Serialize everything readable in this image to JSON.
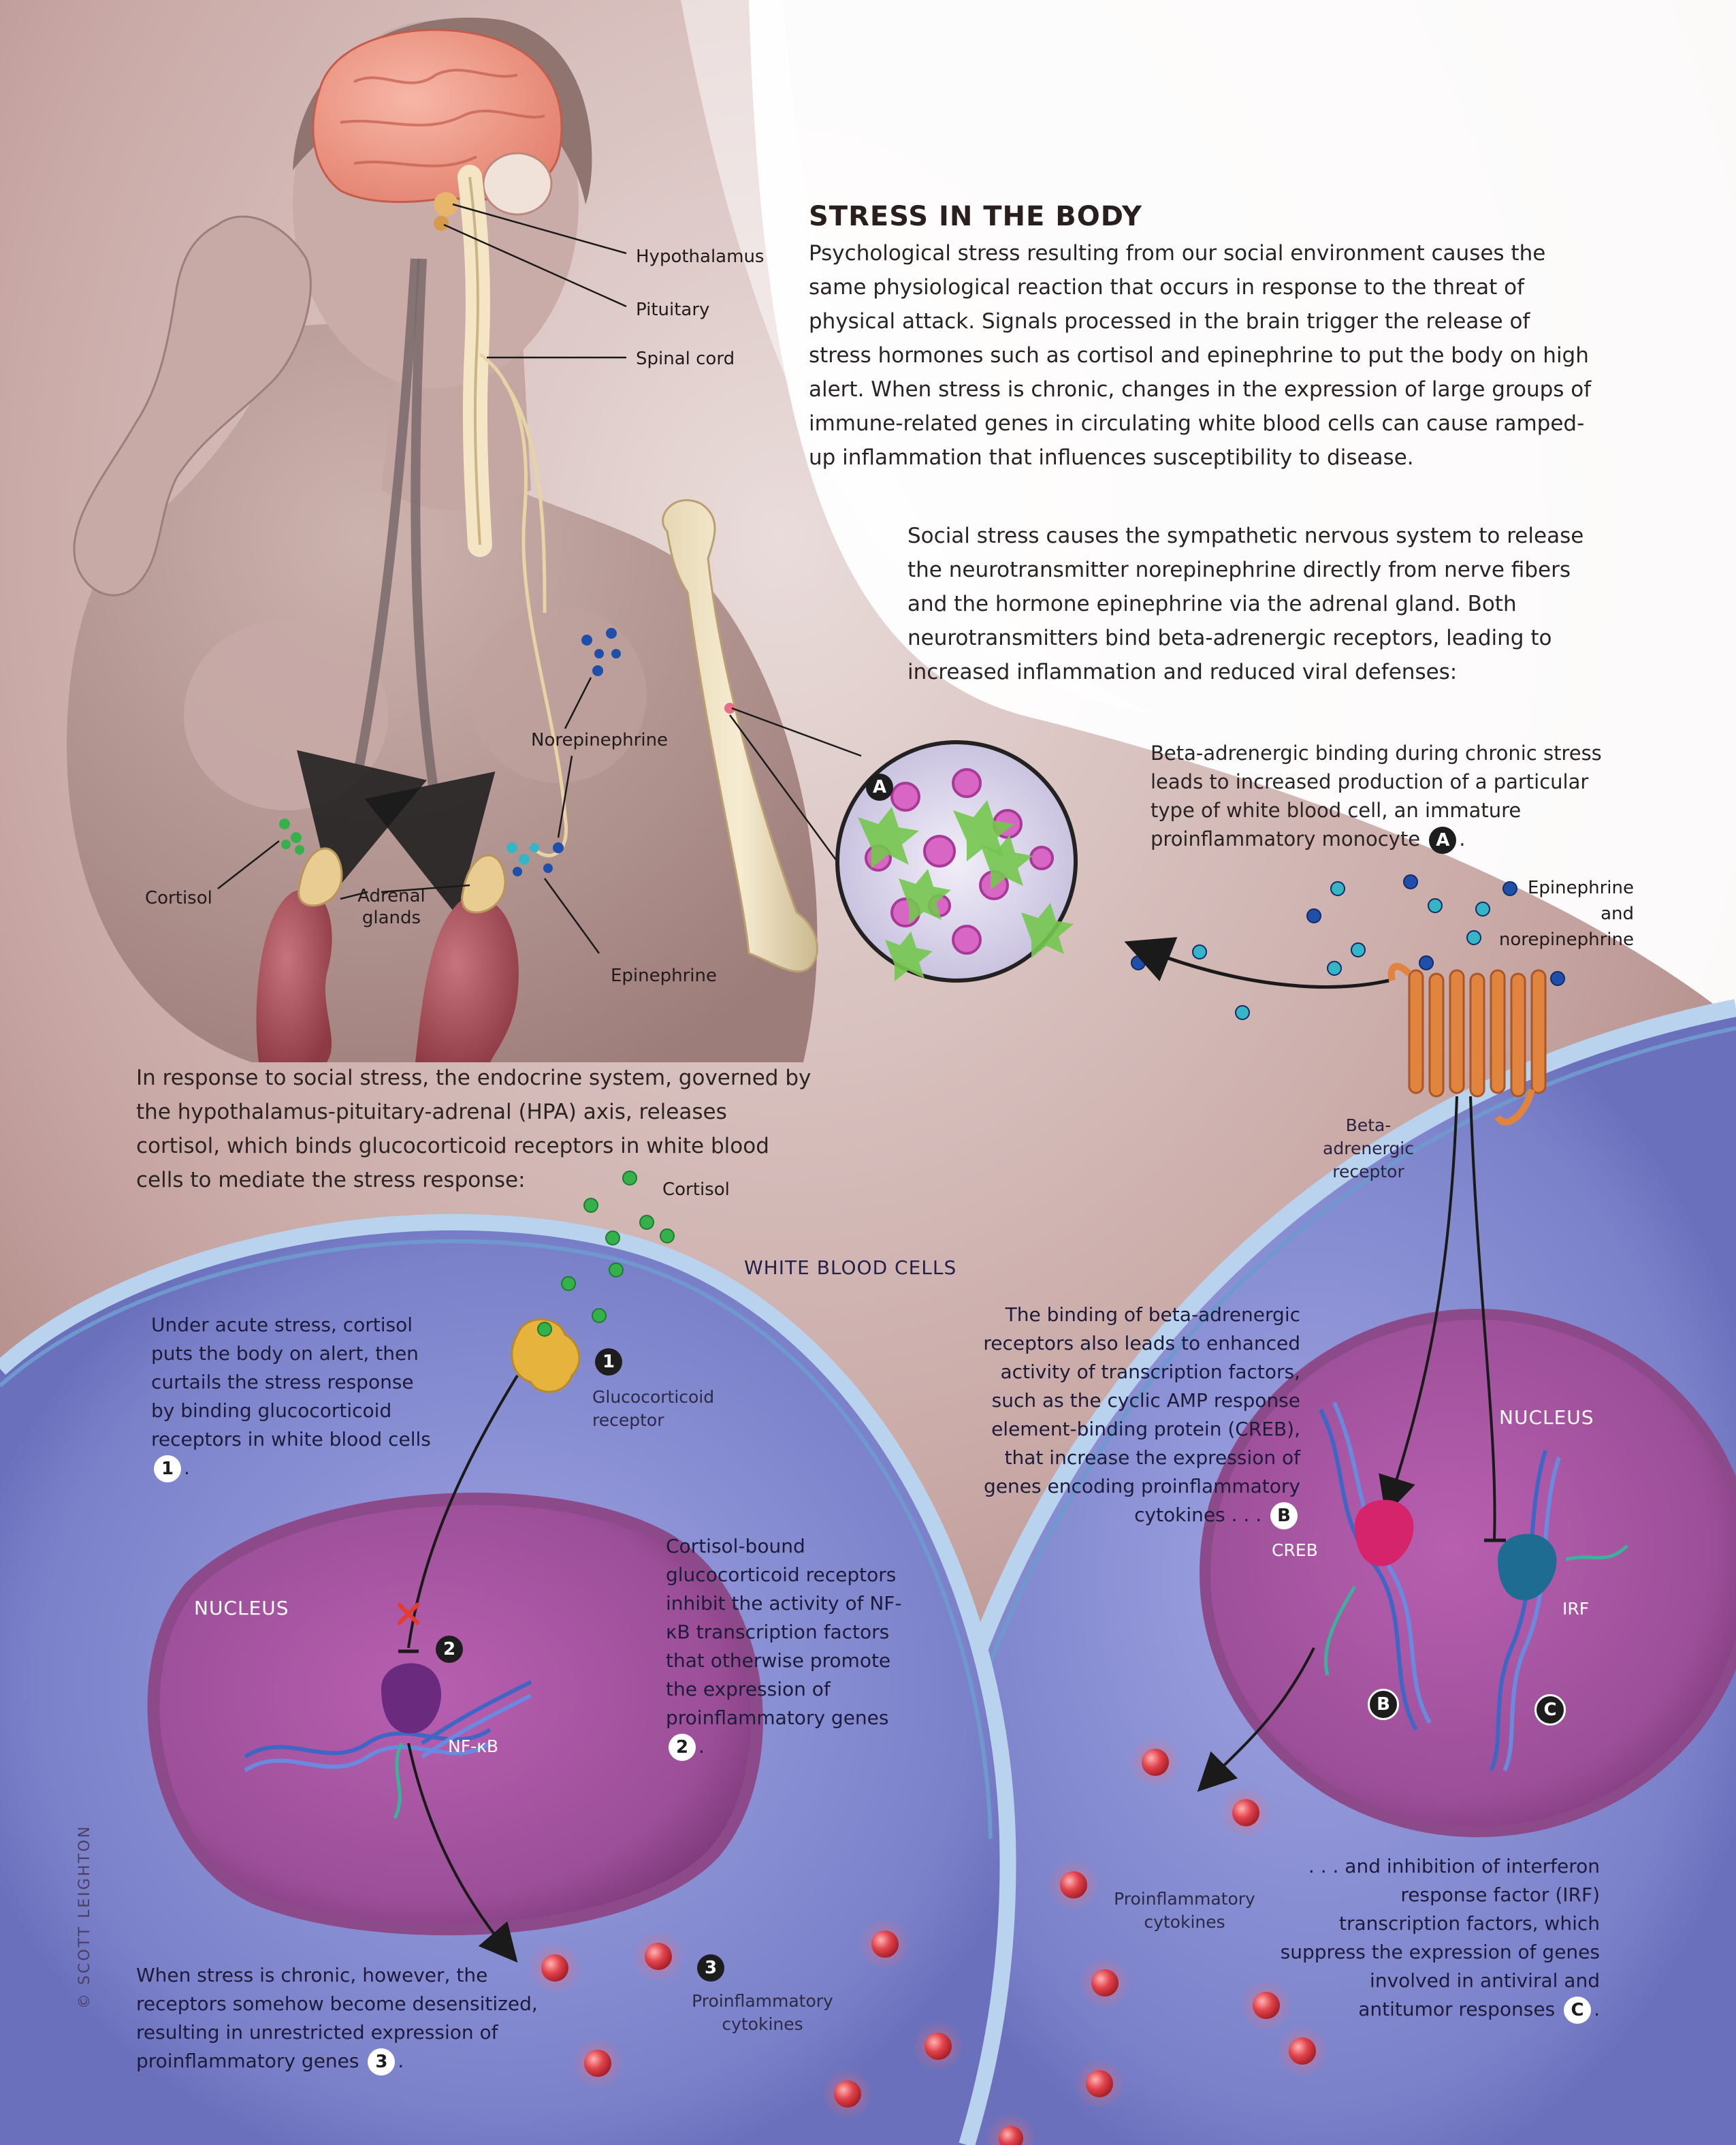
{
  "header": {
    "title": "STRESS IN THE BODY",
    "intro": "Psychological stress resulting from our social environment causes the same physiological reaction that occurs in response to the threat of physical attack. Signals processed in the brain trigger the release of stress hormones such as cortisol and epinephrine to put the body on high alert. When stress is chronic, changes in the expression of large groups of immune-related genes in circulating white blood cells can cause ramped-up inflammation that influences susceptibility to disease."
  },
  "anatomy_labels": {
    "hypothalamus": "Hypothalamus",
    "pituitary": "Pituitary",
    "spinal_cord": "Spinal cord",
    "norepinephrine": "Norepinephrine",
    "cortisol": "Cortisol",
    "adrenal_glands": "Adrenal glands",
    "epinephrine": "Epinephrine"
  },
  "sympathetic_text": "Social stress causes the sympathetic nervous system to release the neurotransmitter norepinephrine directly from nerve fibers and the hormone epinephrine via the adrenal gland. Both neurotransmitters bind beta-adrenergic receptors, leading to increased inflammation and reduced viral defenses:",
  "beta_binding_text": "Beta-adrenergic binding during chronic stress leads to increased production of a particular type of white blood cell, an immature proinflammatory monocyte",
  "badges": {
    "a": "A",
    "b": "B",
    "c": "C",
    "one": "1",
    "two": "2",
    "three": "3"
  },
  "epi_norepi_label": "Epinephrine and norepinephrine",
  "beta_receptor_label": "Beta-adrenergic receptor",
  "hpa_text": "In response to social stress, the endocrine system, governed by the hypothalamus-pituitary-adrenal (HPA) axis, releases cortisol, which binds glucocorticoid receptors in white blood cells to mediate the stress response:",
  "cortisol_label": "Cortisol",
  "white_blood_cells_label": "WHITE BLOOD CELLS",
  "left_cell": {
    "acute_text": "Under acute stress, cortisol puts the body on alert, then curtails the stress response by binding glucocorticoid receptors in white blood cells",
    "glucocorticoid_receptor_label": "Glucocorticoid receptor",
    "nucleus_label": "NUCLEUS",
    "nfkb_label": "NF-κB",
    "inhibit_text": "Cortisol-bound glucocorticoid receptors inhibit the activity of NF-κB transcription factors that otherwise promote the expression of proinflammatory genes",
    "chronic_text": "When stress is chronic, however, the receptors somehow become desensitized, resulting in unrestricted expression of proinflammatory genes",
    "cytokines_label": "Proinflammatory cytokines"
  },
  "right_cell": {
    "nucleus_label": "NUCLEUS",
    "creb_label": "CREB",
    "irf_label": "IRF",
    "creb_text": "The binding of beta-adrenergic receptors also leads to enhanced activity of transcription factors, such as the cyclic AMP response element-binding protein (CREB), that increase the expression of genes encoding proinflammatory cytokines . . .",
    "cytokines_label": "Proinflammatory cytokines",
    "irf_text": ". . . and inhibition of interferon response factor (IRF) transcription factors, which suppress the expression of genes involved in antiviral and antitumor responses"
  },
  "credit": "© SCOTT LEIGHTON",
  "colors": {
    "background_top": "#ffffff",
    "body_tone": "#b79a96",
    "cell_blue": "#8a8fd2",
    "membrane": "#7fa6d6",
    "nucleus": "#a5579e",
    "cortisol_green": "#35b04a",
    "epinephrine_teal": "#35b5c6",
    "norepinephrine_blue": "#1f4fa8",
    "cytokine_red": "#d8343e",
    "receptor_orange": "#e0843e",
    "creb_pink": "#d5246c",
    "irf_teal": "#1f6c93",
    "nfkb_purple": "#6a2a7e",
    "gr_yellow": "#e6b43c"
  }
}
